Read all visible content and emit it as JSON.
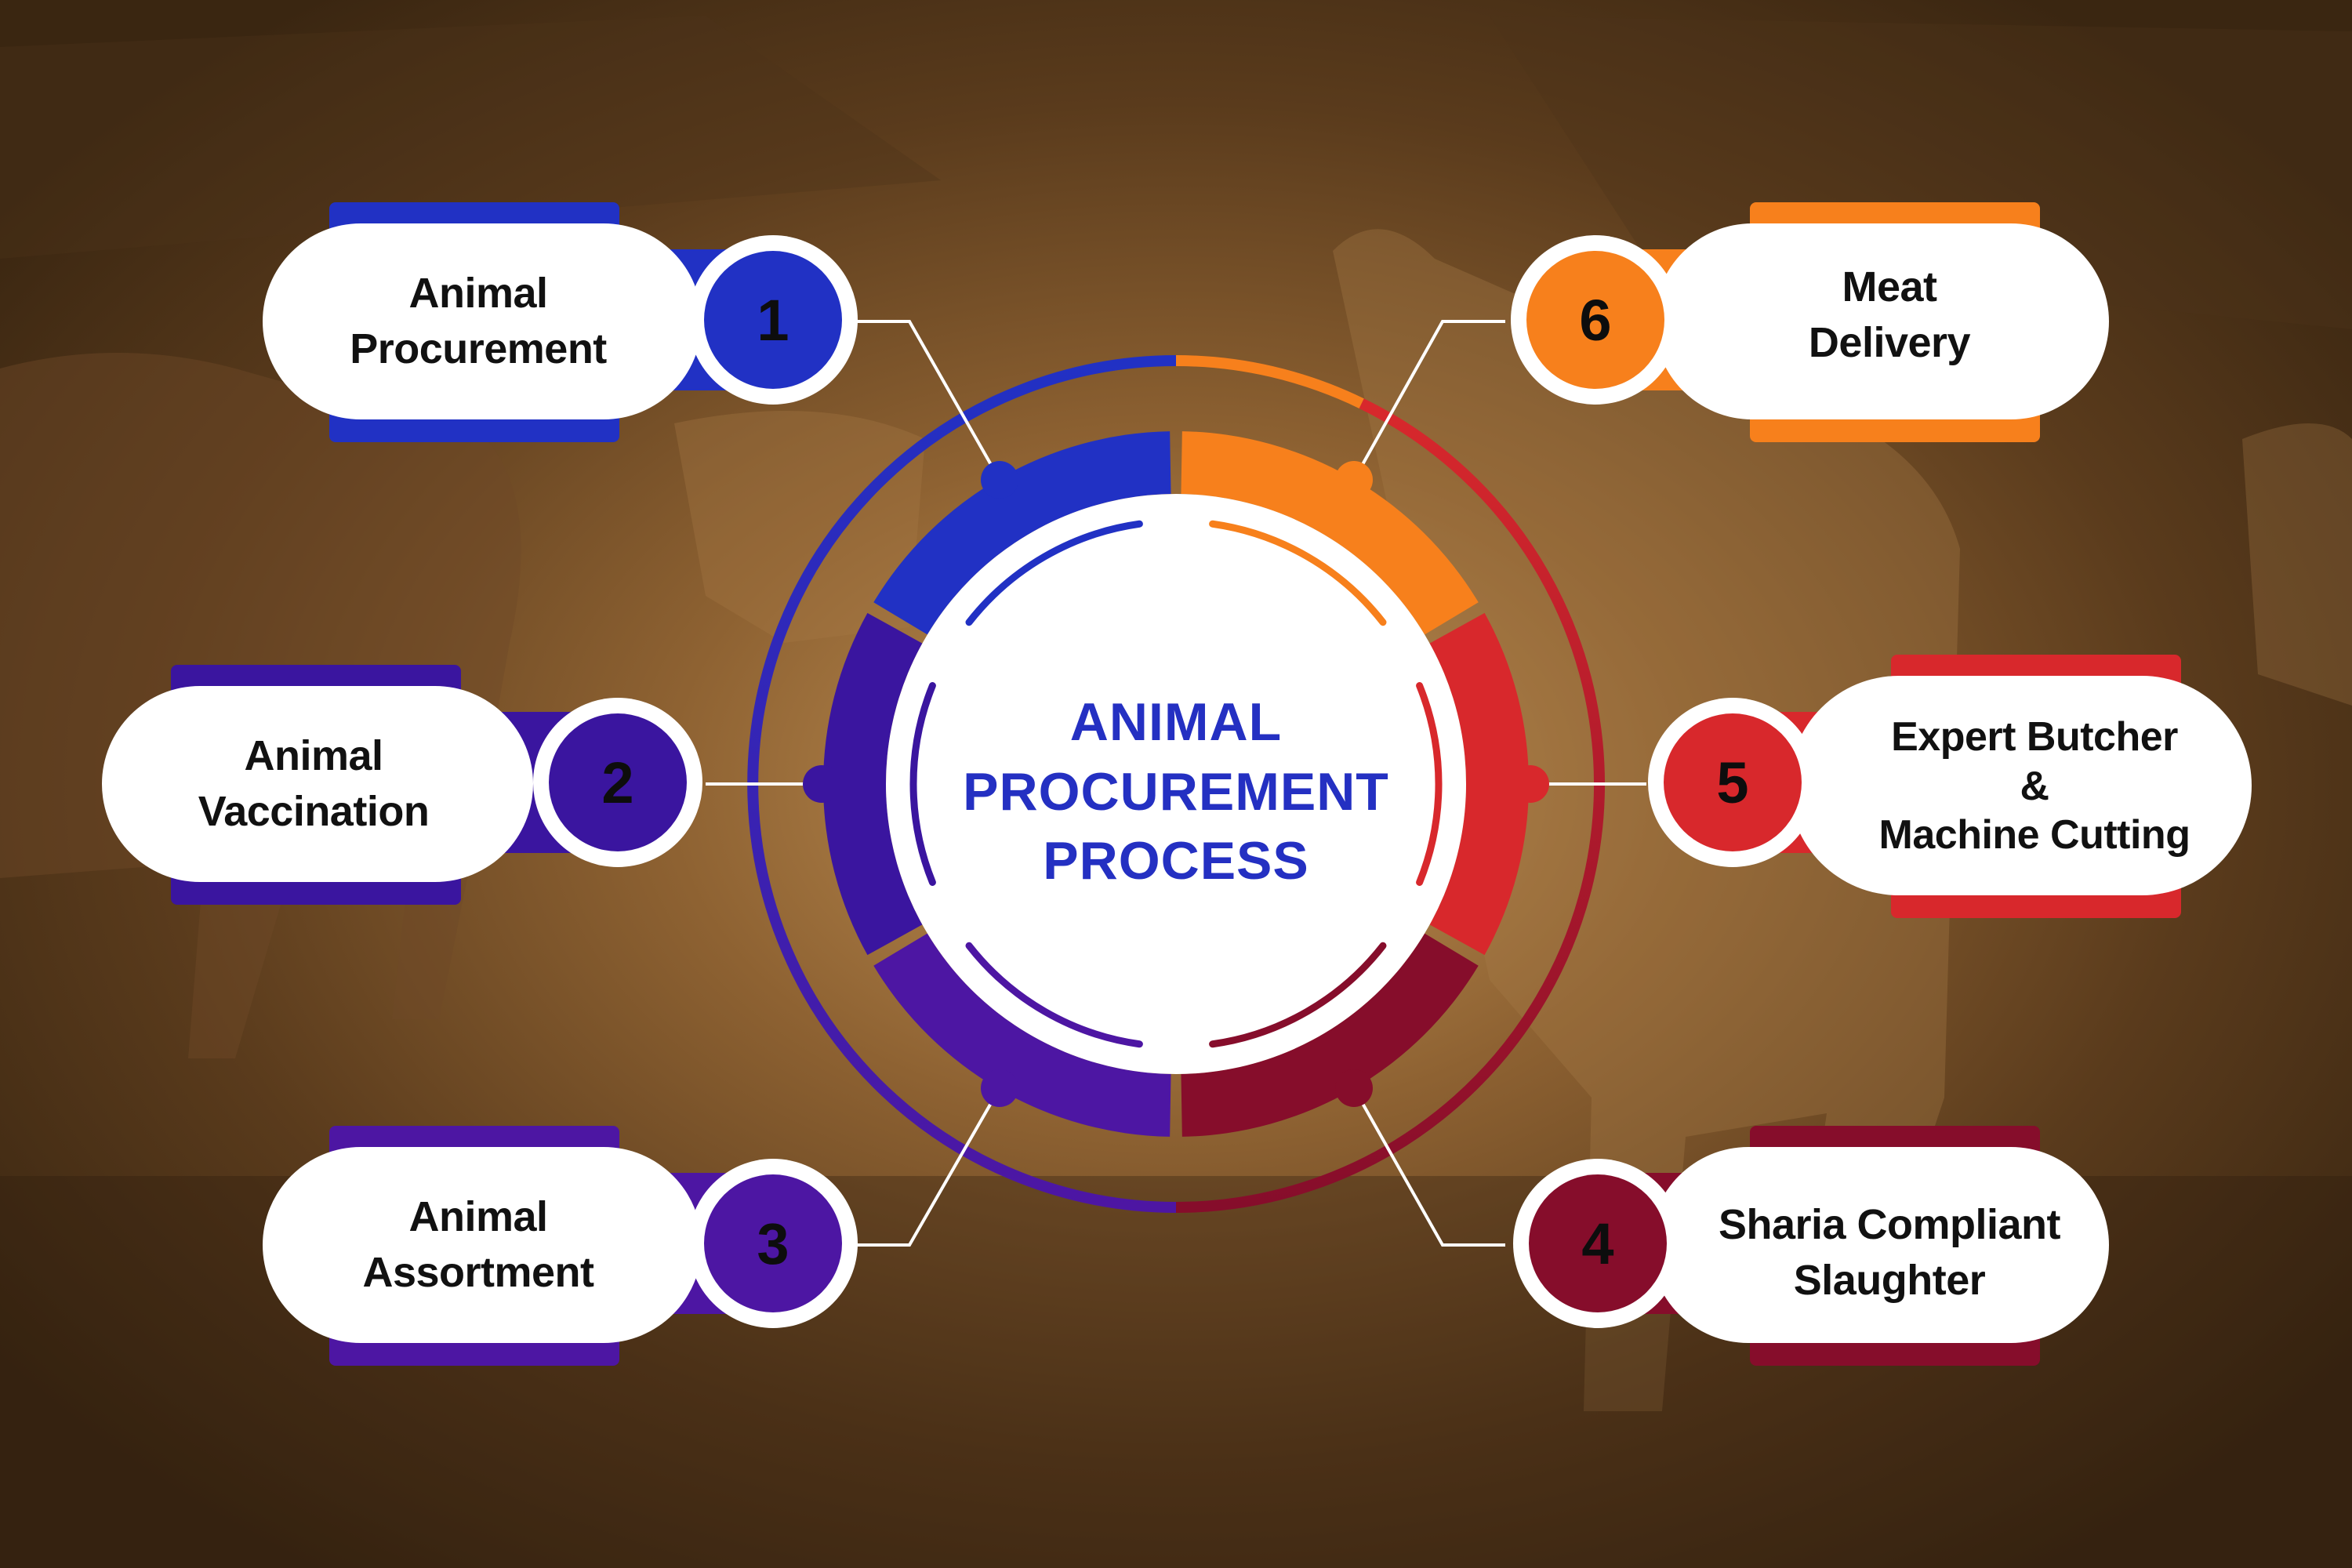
{
  "title": {
    "lines": [
      "ANIMAL",
      "PROCUREMENT",
      "PROCESS"
    ]
  },
  "colors": {
    "step1": "#2131c4",
    "step2": "#3a159f",
    "step3": "#4d16a3",
    "step4": "#860d2b",
    "step5": "#d8282c",
    "step6": "#f7801c",
    "title": "#2430c2",
    "background": "#4a3018"
  },
  "steps": [
    {
      "number": "1",
      "lines": [
        "Animal",
        "Procurement"
      ]
    },
    {
      "number": "2",
      "lines": [
        "Animal",
        "Vaccination"
      ]
    },
    {
      "number": "3",
      "lines": [
        "Animal",
        "Assortment"
      ]
    },
    {
      "number": "4",
      "lines": [
        "Sharia Compliant",
        "Slaughter"
      ]
    },
    {
      "number": "5",
      "lines": [
        "Expert Butcher",
        "&",
        "Machine Cutting"
      ]
    },
    {
      "number": "6",
      "lines": [
        "Meat",
        "Delivery"
      ]
    }
  ]
}
